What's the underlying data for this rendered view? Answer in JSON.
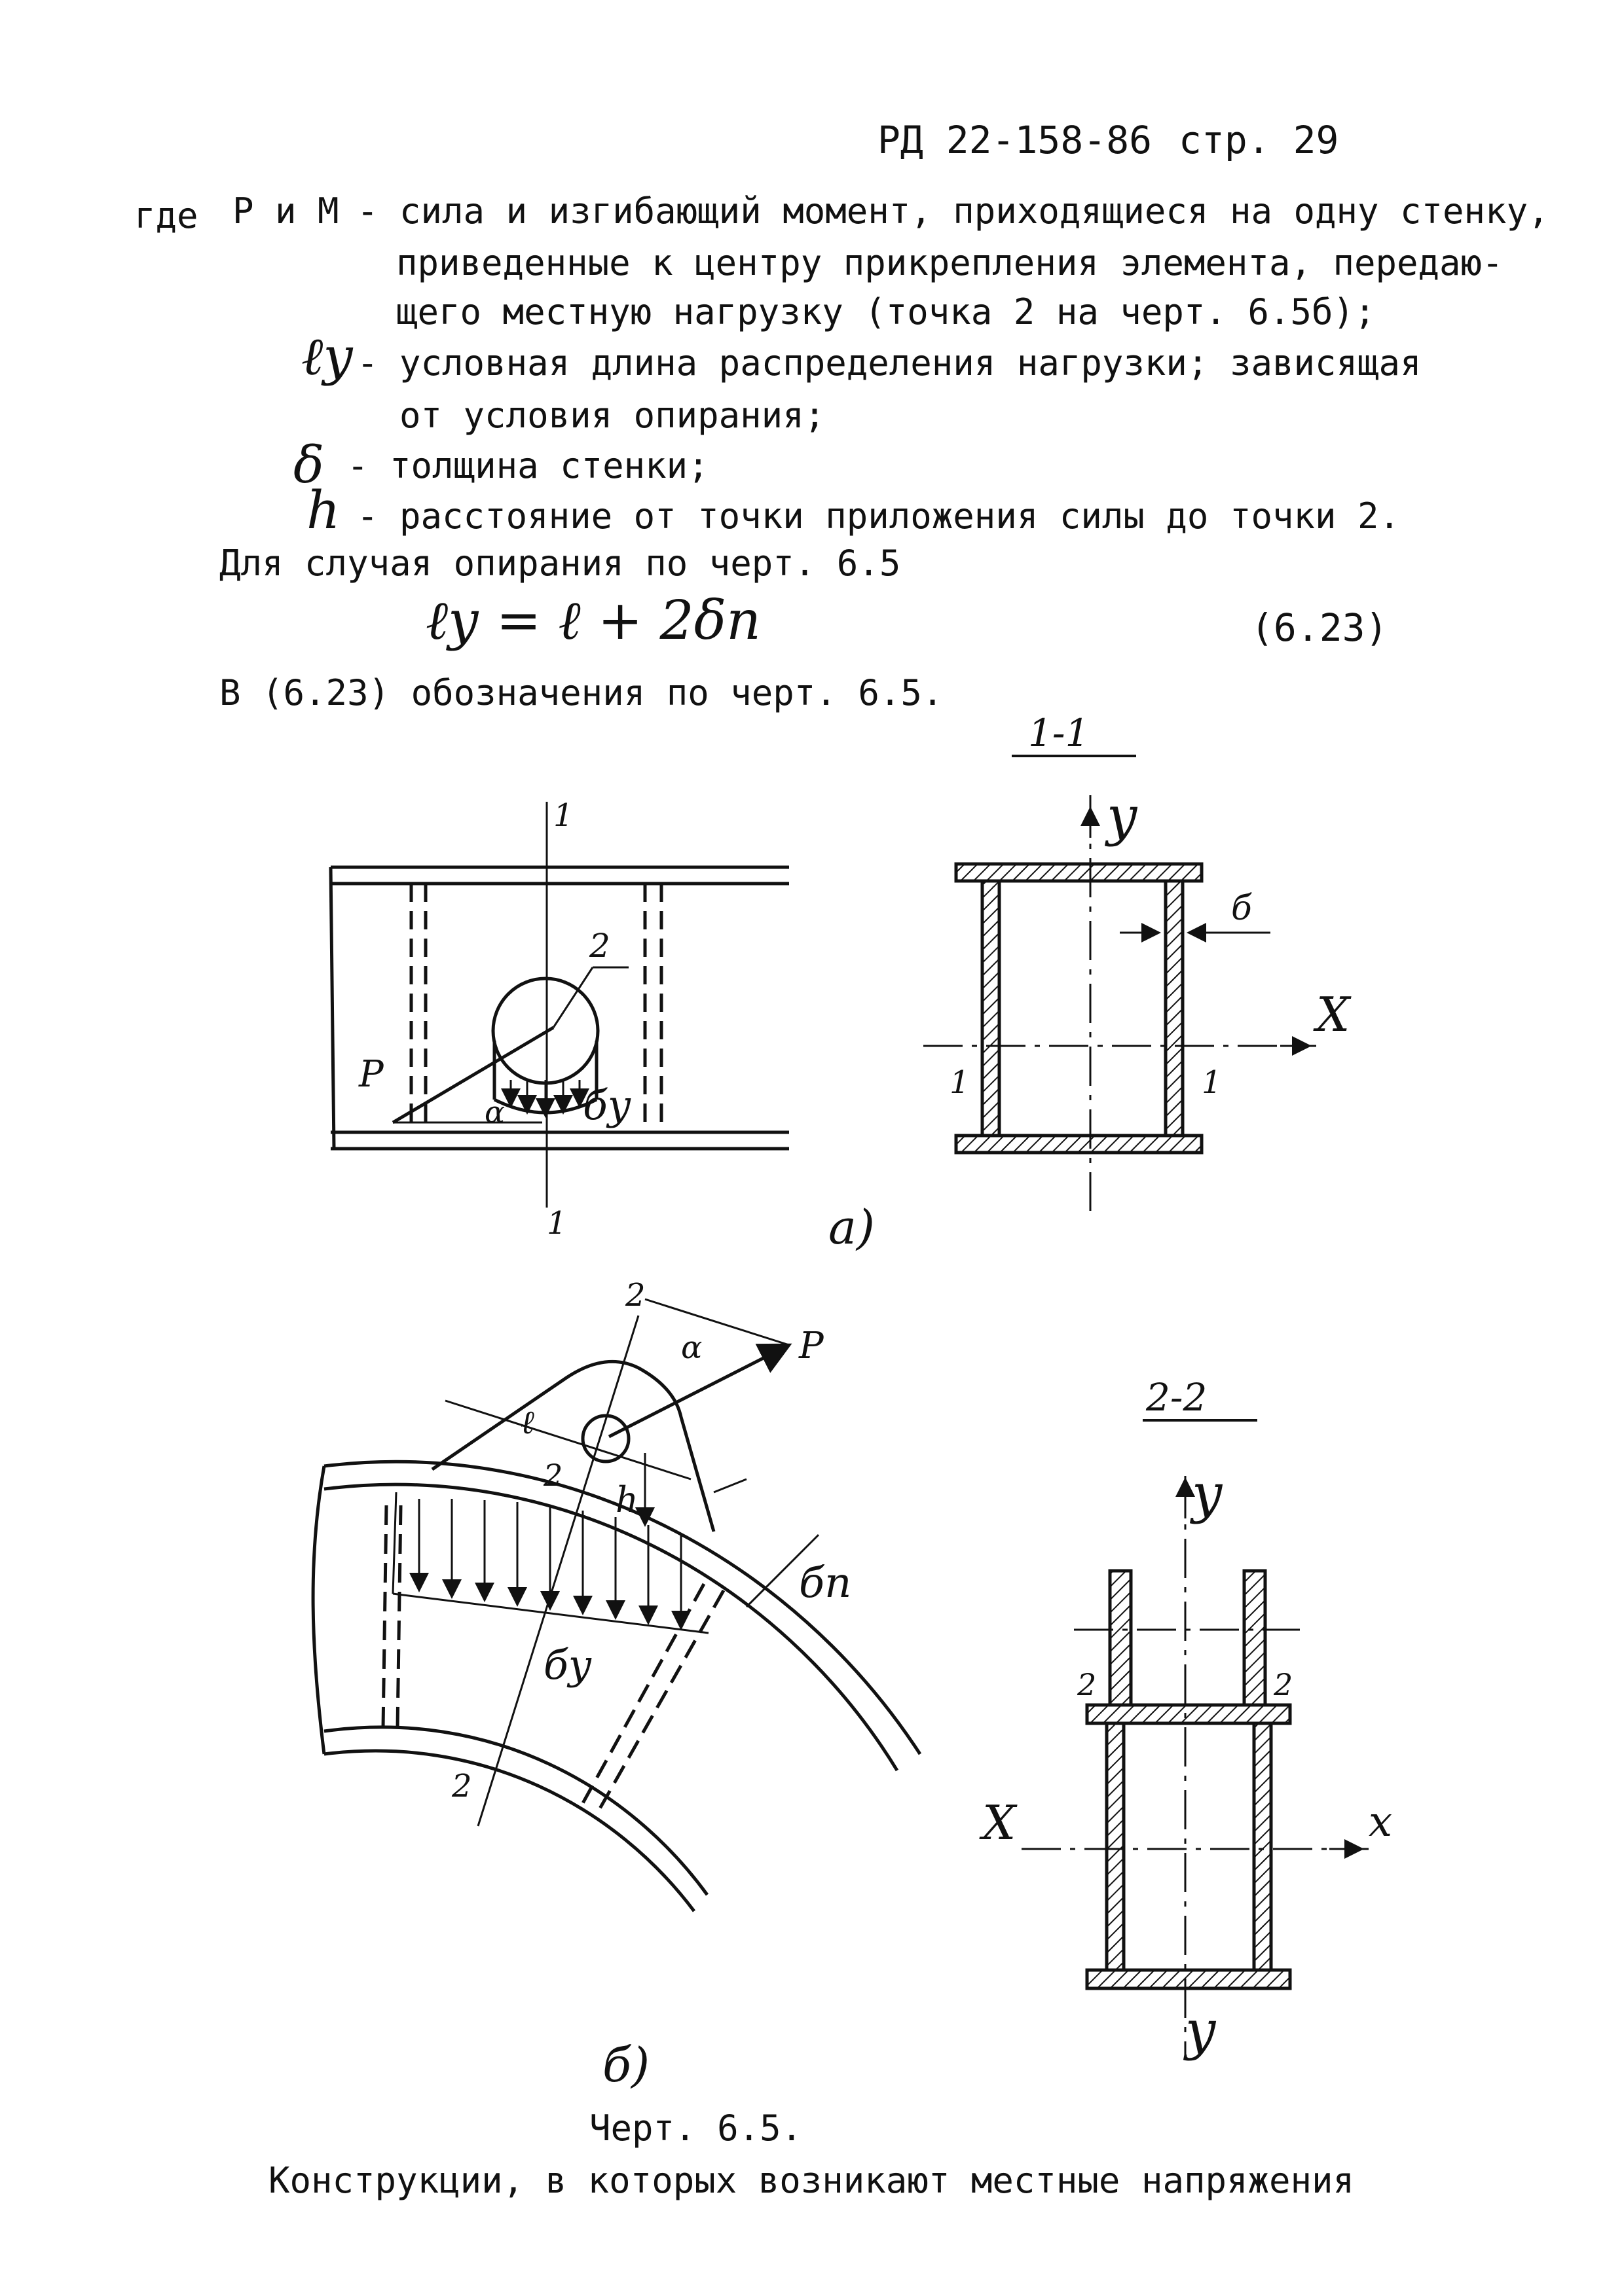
{
  "header": {
    "code": "РД 22-158-86",
    "page": "стр. 29"
  },
  "definitions": {
    "where": "где",
    "pm_symbol": "Р и М",
    "pm_line1": "- сила и изгибающий момент, приходящиеся на одну стенку,",
    "pm_line2": "приведенные к центру прикрепления элемента, передаю-",
    "pm_line3": "щего местную нагрузку (точка 2 на черт. 6.5б);",
    "ly_symbol": "ℓу",
    "ly_line1": "- условная длина распределения нагрузки; зависящая",
    "ly_line2": "от условия опирания;",
    "delta_symbol": "δ",
    "delta_line": "- толщина стенки;",
    "h_symbol": "h",
    "h_line": "- расстояние от точки приложения силы до точки 2."
  },
  "formula": {
    "intro": "Для случая опирания по черт. 6.5",
    "expression": "ℓу = ℓ + 2δп",
    "number": "(6.23)",
    "note": "В (6.23) обозначения по черт. 6.5."
  },
  "figure_a": {
    "label": "а)",
    "section_mark_top": "1",
    "section_mark_bottom": "1",
    "point_label": "2",
    "force_label": "Р",
    "angle_label": "α",
    "stress_label": "бу",
    "section": {
      "title": "1-1",
      "y_axis": "у",
      "x_axis": "Х",
      "thickness": "б",
      "left_mark": "1",
      "right_mark": "1"
    }
  },
  "figure_b": {
    "label": "б)",
    "point_top": "2",
    "force_label": "Р",
    "angle_label": "α",
    "length_label": "ℓ",
    "point_mid": "2",
    "h_label": "h",
    "thickness_label": "бп",
    "stress_label": "бу",
    "point_bottom": "2",
    "section": {
      "title": "2-2",
      "y_top": "у",
      "y_bottom": "у",
      "x_left": "Х",
      "x_right": "х",
      "left_mark": "2",
      "right_mark": "2"
    }
  },
  "caption": {
    "line1": "Черт. 6.5.",
    "line2": "Конструкции, в которых возникают местные напряжения"
  }
}
